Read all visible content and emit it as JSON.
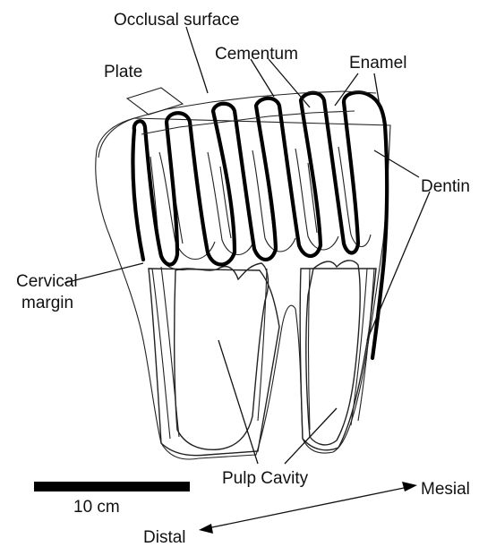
{
  "labels": {
    "occlusal_surface": "Occlusal surface",
    "cementum": "Cementum",
    "enamel": "Enamel",
    "plate": "Plate",
    "dentin": "Dentin",
    "cervical_margin_line1": "Cervical",
    "cervical_margin_line2": "margin",
    "pulp_cavity": "Pulp Cavity",
    "scale_bar": "10 cm",
    "mesial": "Mesial",
    "distal": "Distal"
  },
  "colors": {
    "ink": "#111111",
    "pulp_light": "#f2f2f2",
    "pulp_dark": "#2a2a2a"
  }
}
